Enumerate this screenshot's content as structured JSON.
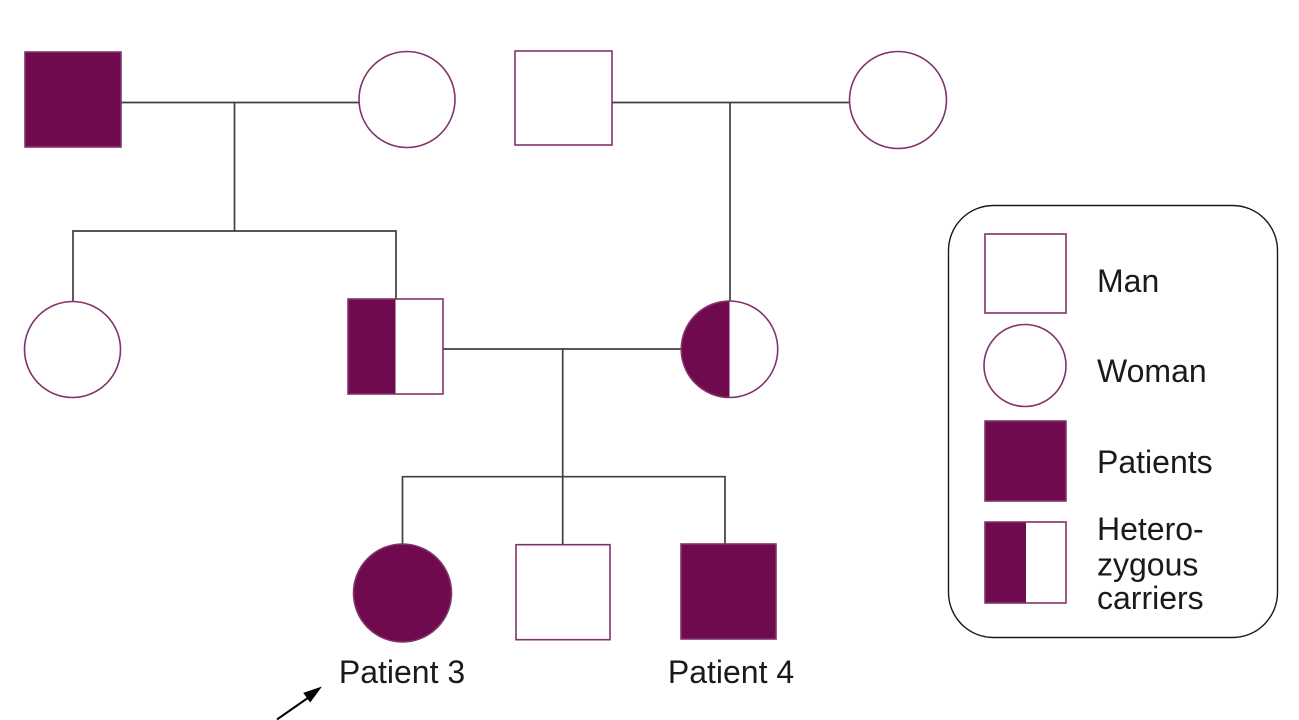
{
  "diagram_type": "pedigree-chart",
  "colors": {
    "affected": "#6F0A4E",
    "outline": "#82336C",
    "unaffected": "#ffffff",
    "connector": "#3f3f3f",
    "arrow": "#000000",
    "legend_border": "#1a1a1a",
    "text": "#1a1a1a",
    "background": "#ffffff"
  },
  "labels": {
    "patient3": "Patient 3",
    "patient4": "Patient 4"
  },
  "legend": {
    "man": "Man",
    "woman": "Woman",
    "patients": "Patients",
    "heterozygous_line1": "Hetero-",
    "heterozygous_line2": "zygous",
    "heterozygous_line3": "carriers"
  },
  "pedigree": {
    "generation_1": [
      {
        "sex": "male",
        "status": "affected"
      },
      {
        "sex": "female",
        "status": "unaffected"
      },
      {
        "sex": "male",
        "status": "unaffected"
      },
      {
        "sex": "female",
        "status": "unaffected"
      }
    ],
    "generation_2": [
      {
        "sex": "female",
        "status": "unaffected"
      },
      {
        "sex": "male",
        "status": "heterozygous-carrier"
      },
      {
        "sex": "female",
        "status": "heterozygous-carrier"
      }
    ],
    "generation_3": [
      {
        "sex": "female",
        "status": "affected",
        "label": "Patient 3",
        "proband_arrow": true
      },
      {
        "sex": "male",
        "status": "unaffected"
      },
      {
        "sex": "male",
        "status": "affected",
        "label": "Patient 4"
      }
    ]
  }
}
